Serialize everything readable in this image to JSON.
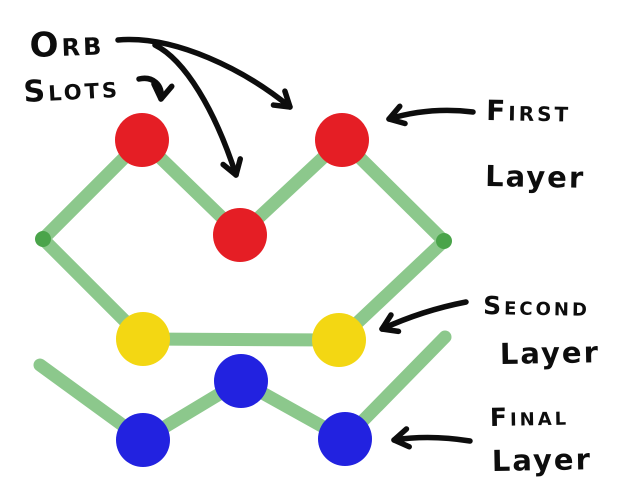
{
  "annotations": {
    "orb_slots": {
      "line1": "Orb",
      "line2": "Slots"
    },
    "first_layer": {
      "line1": "First",
      "line2": "Layer"
    },
    "second_layer": {
      "line1": "Second",
      "line2": "Layer"
    },
    "final_layer": {
      "line1": "Final",
      "line2": "Layer"
    }
  },
  "colors": {
    "background": "#ffffff",
    "ink": "#0d0d0d",
    "line_green": "#8cc88c",
    "junction_green": "#4aa44a",
    "orb_red": "#e51e25",
    "orb_yellow": "#f3d713",
    "orb_blue": "#2222e0"
  },
  "structure": {
    "layers": [
      {
        "label": "First Layer",
        "orb_color": "red",
        "orb_count": 3
      },
      {
        "label": "Second Layer",
        "orb_color": "yellow",
        "orb_count": 2
      },
      {
        "label": "Final Layer",
        "orb_color": "blue",
        "orb_count": 3
      }
    ]
  }
}
